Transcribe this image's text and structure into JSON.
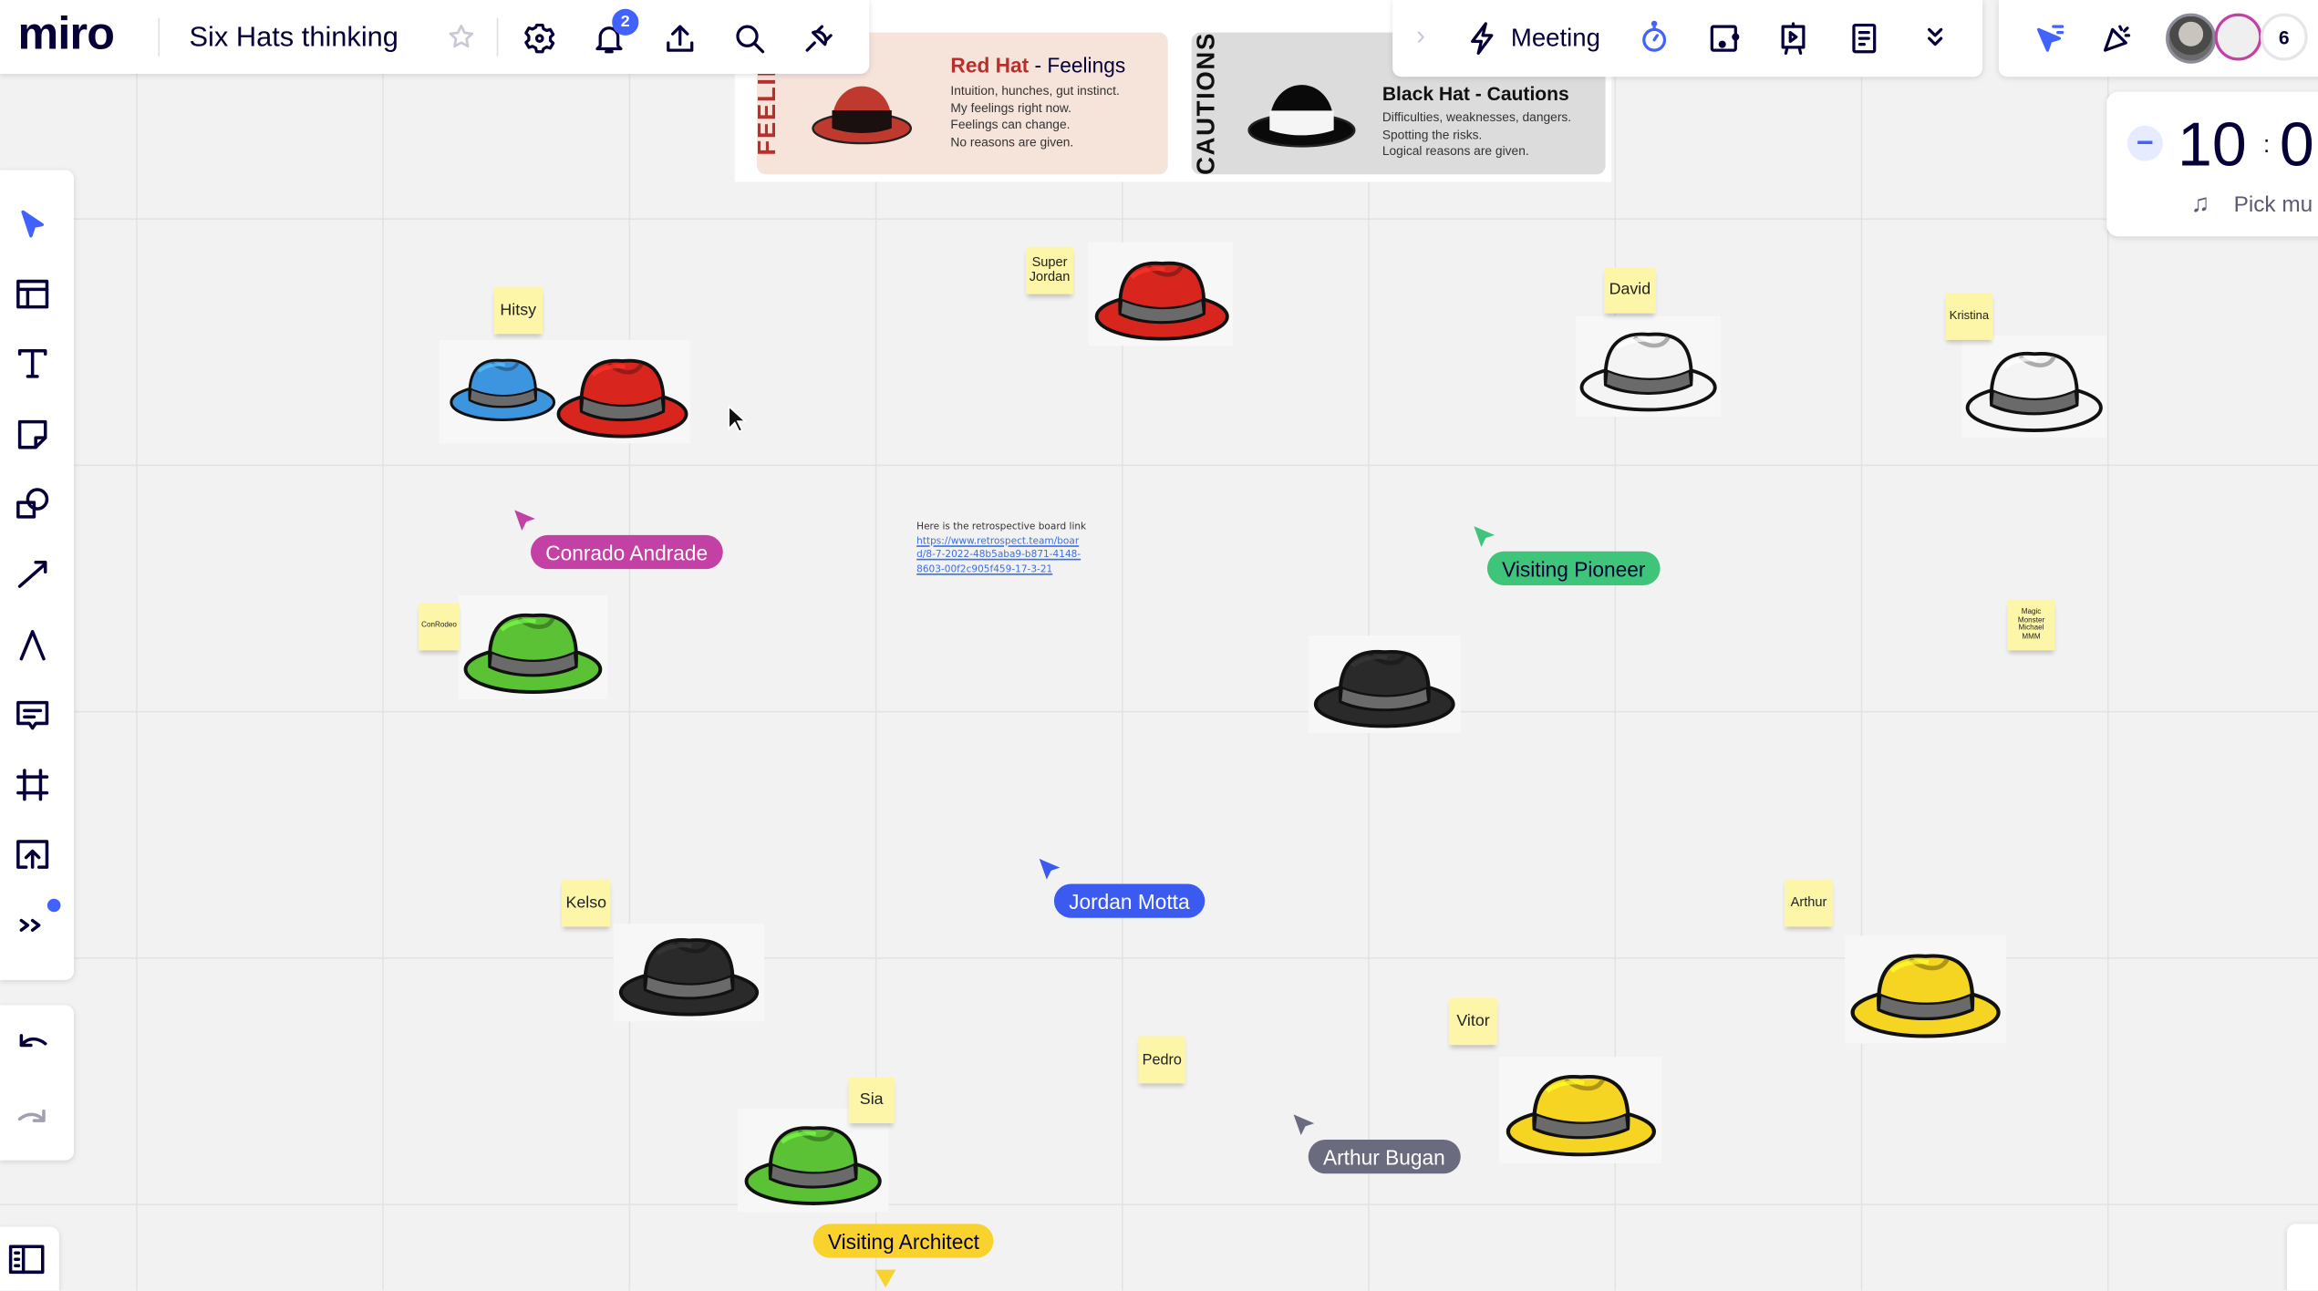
{
  "header": {
    "logo": "miro",
    "board_title": "Six Hats thinking",
    "notifications_count": "2"
  },
  "meeting_toolbar": {
    "meeting_label": "Meeting"
  },
  "collab": {
    "participants_count": "6"
  },
  "timer": {
    "minutes": "10",
    "separator": ":",
    "seconds_partial": "0",
    "music_label": "Pick mu"
  },
  "cards": {
    "red": {
      "side_label": "FEELIN",
      "title_color": "Red Hat",
      "title_rest": " - Feelings",
      "lines": [
        "Intuition, hunches, gut instinct.",
        "My feelings right now.",
        "Feelings can change.",
        "No reasons are given."
      ]
    },
    "black": {
      "side_label": "CAUTIONS",
      "title": "Black Hat - Cautions",
      "lines": [
        "Difficulties, weaknesses, dangers.",
        "Spotting the risks.",
        "Logical reasons are given."
      ]
    }
  },
  "stickies": [
    "Hitsy",
    "Super Jordan",
    "David",
    "Kristina",
    "ConRodeo",
    "Magic Monster Michael MMM",
    "Kelso",
    "Arthur",
    "Vitor",
    "Pedro",
    "Sia"
  ],
  "note": {
    "text": "Here is the retrospective board link",
    "link": "https://www.retrospect.team/board/8-7-2022-48b5aba9-b871-4148-8603-00f2c905f459-17-3-21"
  },
  "cursors": [
    {
      "name": "Conrado Andrade",
      "color": "#c340a5"
    },
    {
      "name": "Visiting Pioneer",
      "color": "#3fc57a"
    },
    {
      "name": "Jordan Motta",
      "color": "#3b5bf0"
    },
    {
      "name": "Arthur Bugan",
      "color": "#6b6b80"
    },
    {
      "name": "Visiting Architect",
      "color": "#fad22d"
    }
  ],
  "hat_colors": {
    "blue": "#3d95e0",
    "red": "#d8261f",
    "white": "#f4f4f4",
    "green": "#5cc235",
    "black": "#2a2a2a",
    "yellow": "#f5d521"
  },
  "accent": "#4262ff"
}
